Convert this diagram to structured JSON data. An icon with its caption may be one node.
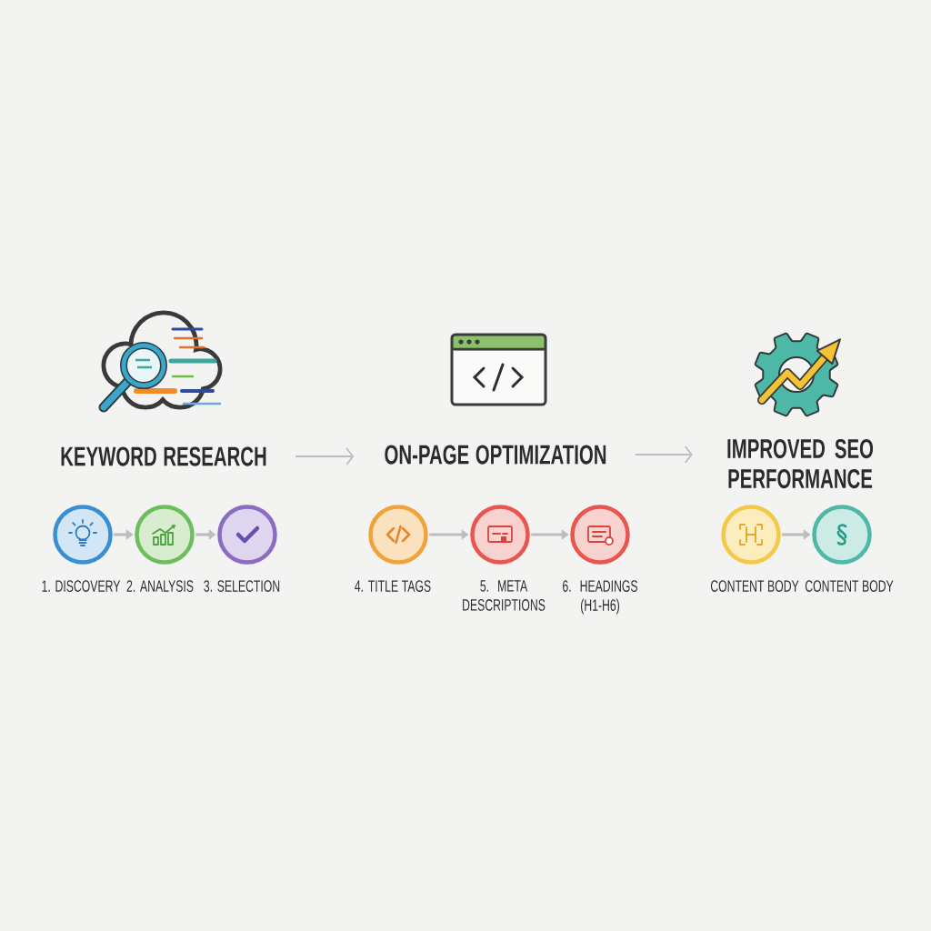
{
  "diagram": {
    "nodes": [
      {
        "text": [
          "KEYWORD RESEARCH"
        ]
      },
      {
        "text": [
          "ON-PAGE OPTIMIZATION"
        ]
      },
      {
        "text": [
          "IMPROVED SEO PERFORMANCE"
        ]
      },
      {
        "text": [
          "1. DISCOVERY"
        ]
      },
      {
        "text": [
          "2. ANALYSIS"
        ]
      },
      {
        "text": [
          "3. SELECTION"
        ]
      },
      {
        "text": [
          "4. TITLE TAGS"
        ]
      },
      {
        "text": [
          "5. META DESCRIPTIONS"
        ]
      },
      {
        "text": [
          "6. HEADINGS (H1-H6)"
        ]
      },
      {
        "text": [
          "CONTENT BODY"
        ]
      },
      {
        "text": [
          "CONTENT BODY"
        ]
      }
    ],
    "edges": [
      {
        "from": 0,
        "to": 1,
        "arrow": "to"
      },
      {
        "from": 1,
        "to": 2,
        "arrow": "to"
      },
      {
        "from": 3,
        "to": 4,
        "arrow": "to"
      },
      {
        "from": 4,
        "to": 5,
        "arrow": "to"
      },
      {
        "from": 6,
        "to": 7,
        "arrow": "to"
      },
      {
        "from": 7,
        "to": 8,
        "arrow": "to"
      },
      {
        "from": 9,
        "to": 10,
        "arrow": "to"
      }
    ]
  }
}
